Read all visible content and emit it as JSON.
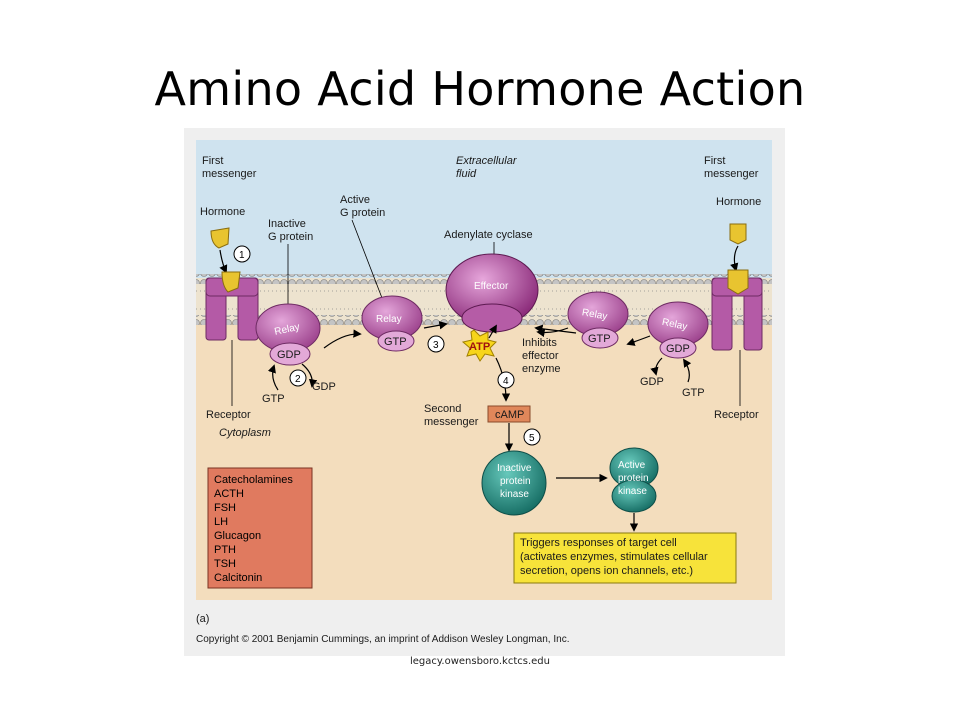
{
  "slide": {
    "title": "Amino Acid Hormone Action",
    "source": "legacy.owensboro.kctcs.edu"
  },
  "diagram": {
    "extracellular_fluid": [
      "Extracellular",
      "fluid"
    ],
    "cytoplasm": "Cytoplasm",
    "left": {
      "first_messenger": [
        "First",
        "messenger"
      ],
      "hormone": "Hormone",
      "inactive_g_protein": [
        "Inactive",
        "G protein"
      ],
      "relay": "Relay",
      "gdp_inner": "GDP",
      "gtp_in": "GTP",
      "gdp_out": "GDP",
      "receptor": "Receptor"
    },
    "middle": {
      "active_g_protein": [
        "Active",
        "G protein"
      ],
      "relay": "Relay",
      "gtp_inner": "GTP",
      "adenylate_cyclase": "Adenylate cyclase",
      "effector": "Effector",
      "atp": "ATP",
      "inhibits": [
        "Inhibits",
        "effector",
        "enzyme"
      ],
      "second_messenger": [
        "Second",
        "messenger"
      ],
      "camp": "cAMP",
      "inactive_kinase": [
        "Inactive",
        "protein",
        "kinase"
      ],
      "active_kinase": [
        "Active",
        "protein",
        "kinase"
      ],
      "triggers": [
        "Triggers responses of target cell",
        "(activates enzymes, stimulates cellular",
        "secretion, opens ion channels, etc.)"
      ]
    },
    "right": {
      "first_messenger": [
        "First",
        "messenger"
      ],
      "hormone": "Hormone",
      "relay_a": "Relay",
      "gtp_inner": "GTP",
      "relay_b": "Relay",
      "gdp_inner": "GDP",
      "gdp_out": "GDP",
      "gtp_in": "GTP",
      "receptor": "Receptor"
    },
    "steps": [
      "1",
      "2",
      "3",
      "4",
      "5"
    ],
    "hormones": [
      "Catecholamines",
      "ACTH",
      "FSH",
      "LH",
      "Glucagon",
      "PTH",
      "TSH",
      "Calcitonin"
    ],
    "panel": "(a)",
    "copyright": "Copyright © 2001 Benjamin Cummings, an imprint of Addison Wesley Longman, Inc."
  },
  "colors": {
    "extracellular": "#cfe3ef",
    "cytoplasm": "#f3ddbd",
    "membrane_head": "#b9b9b9",
    "receptor": "#b45aa6",
    "g_protein": "#a84e99",
    "effector": "#a0408f",
    "hormone": "#e8c430",
    "camp_box": "#e0875a",
    "kinase": "#1e8a7f",
    "hormone_list_box": "#e07a5f",
    "triggers_box": "#f7e33a"
  }
}
